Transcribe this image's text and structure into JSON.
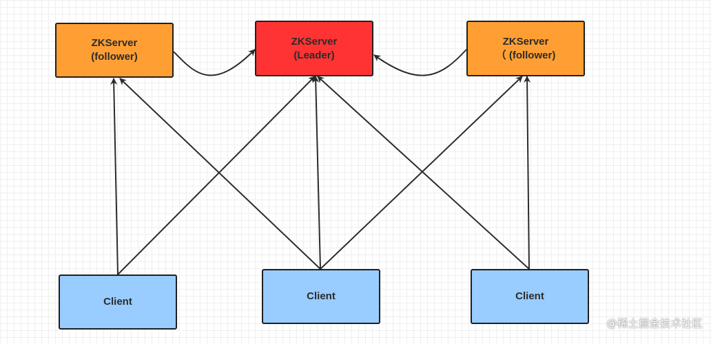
{
  "nodes": {
    "follower_left": {
      "line1": "ZKServer",
      "line2": "(follower)"
    },
    "leader": {
      "line1": "ZKServer",
      "line2": "(Leader)"
    },
    "follower_right": {
      "line1": "ZKServer",
      "line2": "（ (follower)"
    },
    "client_left": {
      "label": "Client"
    },
    "client_middle": {
      "label": "Client"
    },
    "client_right": {
      "label": "Client"
    }
  },
  "colors": {
    "follower": "#ff9f33",
    "leader": "#ff3333",
    "client": "#99ccff",
    "edge": "#2b2b2b"
  },
  "watermark": "@稀土掘金技术社区"
}
